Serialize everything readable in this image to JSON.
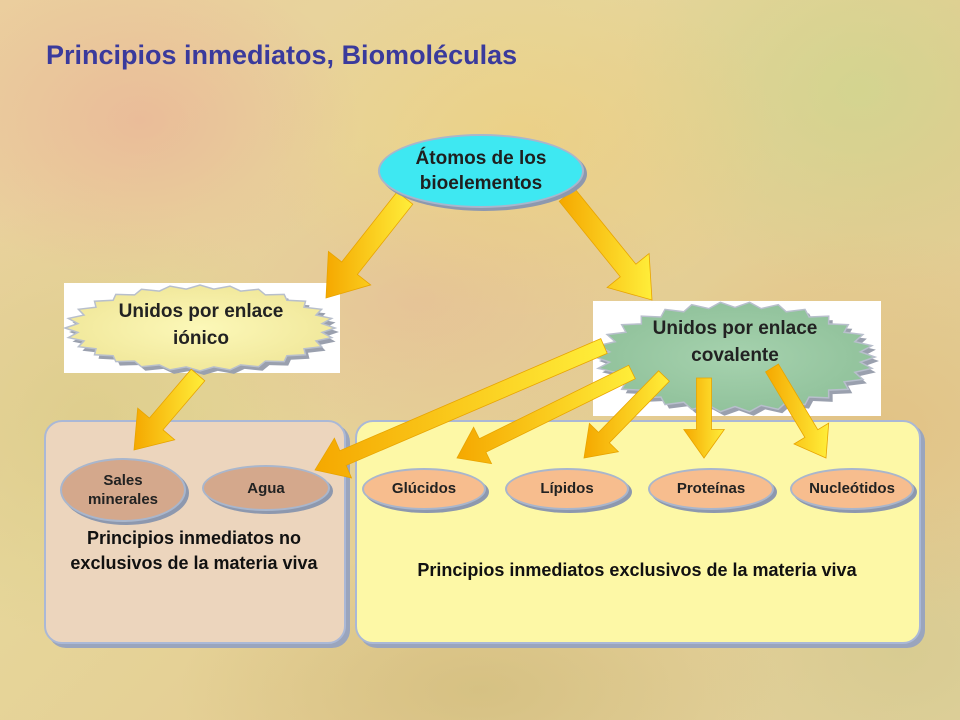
{
  "title": "Principios inmediatos, Biomoléculas",
  "nodes": {
    "top": "Átomos de los bioelementos",
    "ionic": "Unidos por enlace iónico",
    "covalent": "Unidos por enlace covalente",
    "sales": "Sales minerales",
    "agua": "Agua",
    "glucidos": "Glúcidos",
    "lipidos": "Lípidos",
    "proteinas": "Proteínas",
    "nucleotidos": "Nucleótidos"
  },
  "groups": {
    "non_exclusive": "Principios inmediatos no exclusivos de la materia viva",
    "exclusive": "Principios inmediatos exclusivos de la materia viva"
  },
  "colors": {
    "title": "#3a3a9c",
    "top_oval": "#3ee8f2",
    "ionic_burst": "#f8f2a0",
    "covalent_burst": "#9ecca8",
    "arrows": "#f6c000",
    "panel_left": "#ecd5bd",
    "panel_right": "#fdf8a6"
  }
}
